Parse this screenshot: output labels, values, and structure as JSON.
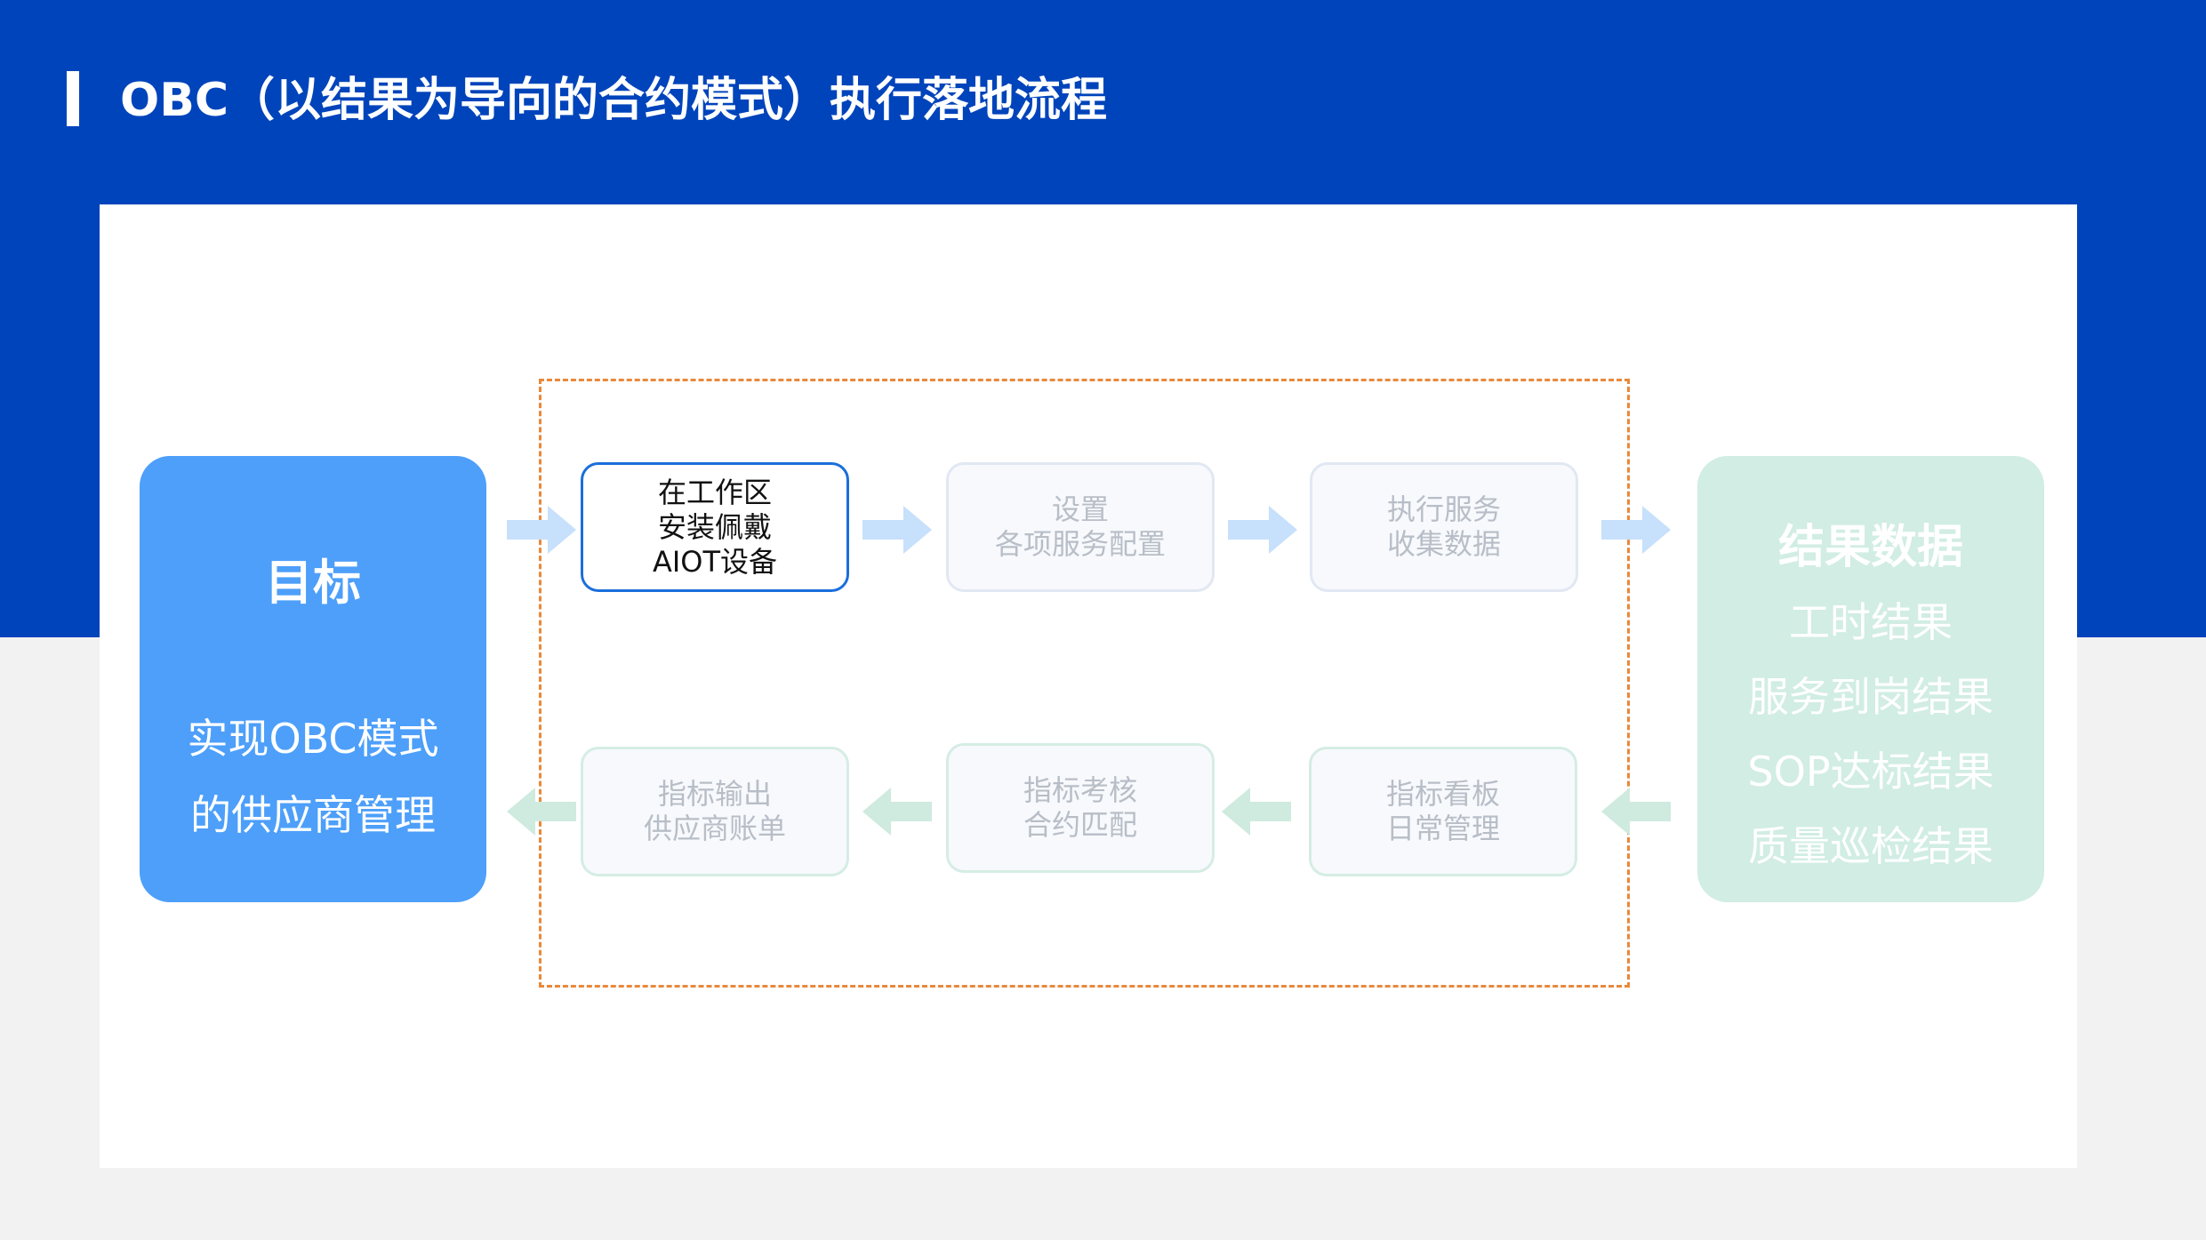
{
  "header": {
    "title": "OBC（以结果为导向的合约模式）执行落地流程"
  },
  "goal": {
    "title": "目标",
    "lines": [
      "实现OBC模式",
      "的供应商管理"
    ]
  },
  "result": {
    "title": "结果数据",
    "items": [
      "工时结果",
      "服务到岗结果",
      "SOP达标结果",
      "质量巡检结果"
    ]
  },
  "steps": {
    "top": [
      {
        "lines": [
          "在工作区",
          "安装佩戴",
          "AIOT设备"
        ]
      },
      {
        "lines": [
          "设置",
          "各项服务配置"
        ]
      },
      {
        "lines": [
          "执行服务",
          "收集数据"
        ]
      }
    ],
    "bottom": [
      {
        "lines": [
          "指标输出",
          "供应商账单"
        ]
      },
      {
        "lines": [
          "指标考核",
          "合约匹配"
        ]
      },
      {
        "lines": [
          "指标看板",
          "日常管理"
        ]
      }
    ]
  },
  "colors": {
    "header_bg": "#0044bb",
    "goal_bg": "#4d9ffa",
    "result_bg": "#d1ede4",
    "active_border": "#1a6fdb",
    "dashed_border": "#e8893c",
    "arrow_right": "#c7e0fb",
    "arrow_left": "#cfeadf"
  }
}
